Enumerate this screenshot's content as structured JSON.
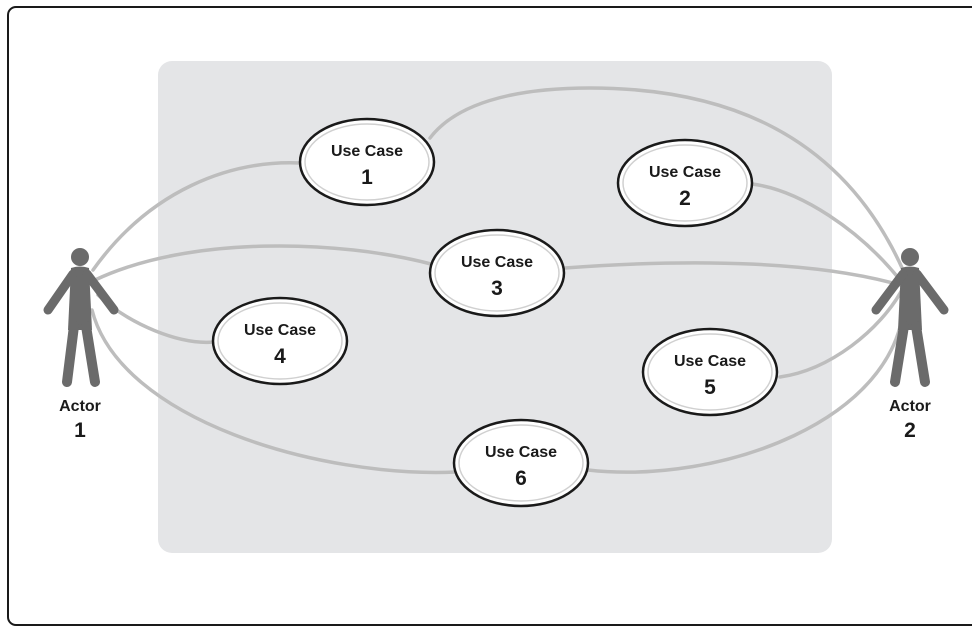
{
  "actors": [
    {
      "id": "actor1",
      "label": "Actor",
      "number": "1"
    },
    {
      "id": "actor2",
      "label": "Actor",
      "number": "2"
    }
  ],
  "use_cases": [
    {
      "id": "uc1",
      "label": "Use Case",
      "number": "1"
    },
    {
      "id": "uc2",
      "label": "Use Case",
      "number": "2"
    },
    {
      "id": "uc3",
      "label": "Use Case",
      "number": "3"
    },
    {
      "id": "uc4",
      "label": "Use Case",
      "number": "4"
    },
    {
      "id": "uc5",
      "label": "Use Case",
      "number": "5"
    },
    {
      "id": "uc6",
      "label": "Use Case",
      "number": "6"
    }
  ],
  "associations": [
    {
      "from": "actor1",
      "to": "uc1"
    },
    {
      "from": "actor1",
      "to": "uc3"
    },
    {
      "from": "actor1",
      "to": "uc4"
    },
    {
      "from": "actor1",
      "to": "uc6"
    },
    {
      "from": "actor2",
      "to": "uc1"
    },
    {
      "from": "actor2",
      "to": "uc2"
    },
    {
      "from": "actor2",
      "to": "uc3"
    },
    {
      "from": "actor2",
      "to": "uc5"
    },
    {
      "from": "actor2",
      "to": "uc6"
    }
  ],
  "colors": {
    "system_box": "#e4e5e7",
    "line": "#bdbdbd",
    "actor": "#6b6b6b",
    "ellipse_fill": "#ffffff",
    "ellipse_stroke": "#1a1a1a"
  }
}
